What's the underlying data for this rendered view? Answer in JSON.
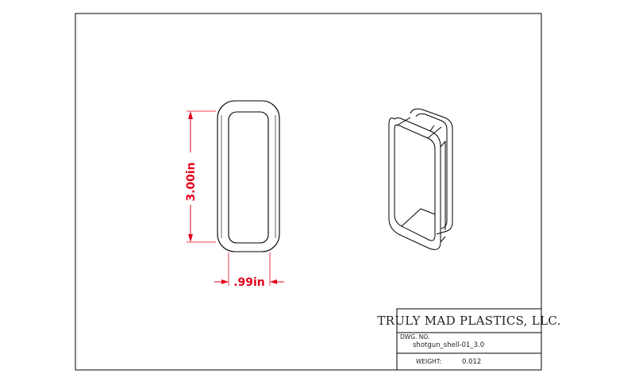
{
  "dimensions": {
    "height": "3.00in",
    "width": ".99in"
  },
  "title_block": {
    "company": "TRULY MAD PLASTICS, LLC.",
    "dwg_no_label": "DWG. NO.",
    "dwg_no_value": "shotgun_shell-01_3.0",
    "weight_label": "WEIGHT:",
    "weight_value": "0.012"
  },
  "colors": {
    "dimension": "#e3001b",
    "line": "#000000"
  }
}
